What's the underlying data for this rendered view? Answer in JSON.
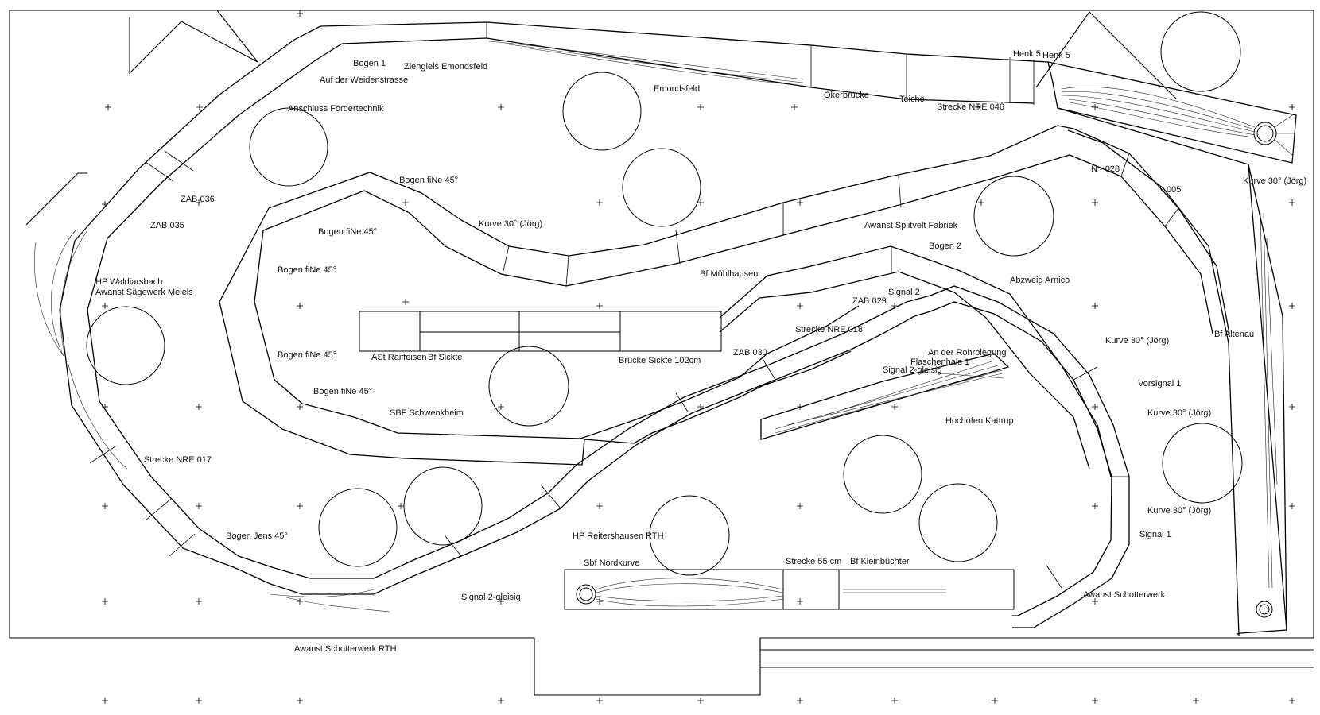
{
  "labels": {
    "bogen1": "Bogen 1",
    "ziehgleis": "Ziehgleis Emondsfeld",
    "weidenstrasse": "Auf der Weidenstrasse",
    "emondsfeld": "Emondsfeld",
    "okerbruecke": "Okerbrücke",
    "teiche": "Teiche",
    "henk5a": "Henk 5",
    "henk5b": "Henk 5",
    "nre046": "Strecke NRE 046",
    "foerdertechnik": "Anschluss Fördertechnik",
    "n028": "N - 028",
    "n005": "N 005",
    "kurve30_a": "Kurve 30° (Jörg)",
    "zab036": "ZAB 036",
    "zab035": "ZAB 035",
    "bogen_fine_a": "Bogen fiNe 45°",
    "kurve30_b": "Kurve 30° (Jörg)",
    "bogen_fine_b": "Bogen fiNe 45°",
    "splitvelt": "Awanst Splitvelt Fabriek",
    "bogen2": "Bogen 2",
    "waldiarsbach": "HP Waldiarsbach",
    "saegewerk": "Awanst Sägewerk Melels",
    "bogen_fine_c": "Bogen fiNe 45°",
    "muehlhausen": "Bf Mühlhausen",
    "abzweig_arnico": "Abzweig Arnico",
    "signal2": "Signal 2",
    "zab029": "ZAB 029",
    "nre018": "Strecke NRE 018",
    "altenau": "Bf Altenau",
    "kurve30_c": "Kurve 30° (Jörg)",
    "ast_raiffeisen": "ASt Raiffeisen",
    "bf_sickte": "Bf Sickte",
    "bruecke_sickte": "Brücke Sickte 102cm",
    "zab030": "ZAB 030",
    "rohrbiegung": "An der Rohrbiegung",
    "flaschenhals": "Flaschenhals 1",
    "bogen_fine_d": "Bogen fiNe 45°",
    "signal_2gleisig_a": "Signal 2-gleisig",
    "vorsignal1": "Vorsignal 1",
    "bogen_fine_e": "Bogen fiNe 45°",
    "kurve30_d": "Kurve 30° (Jörg)",
    "sbf_schwenkheim": "SBF Schwenkheim",
    "hochofen": "Hochofen Kattrup",
    "nre017": "Strecke NRE 017",
    "kurve30_e": "Kurve 30° (Jörg)",
    "bogen_jens": "Bogen Jens 45°",
    "reitershausen": "HP Reitershausen RTH",
    "signal1": "Signal 1",
    "sbf_nordkurve": "Sbf Nordkurve",
    "strecke55": "Strecke 55 cm",
    "kleinbuechter": "Bf Kleinbüchter",
    "awanst_schotterwerk": "Awanst Schotterwerk",
    "signal_2gleisig_b": "Signal 2-gleisig",
    "schotterwerk_rth": "Awanst Schotterwerk RTH"
  }
}
